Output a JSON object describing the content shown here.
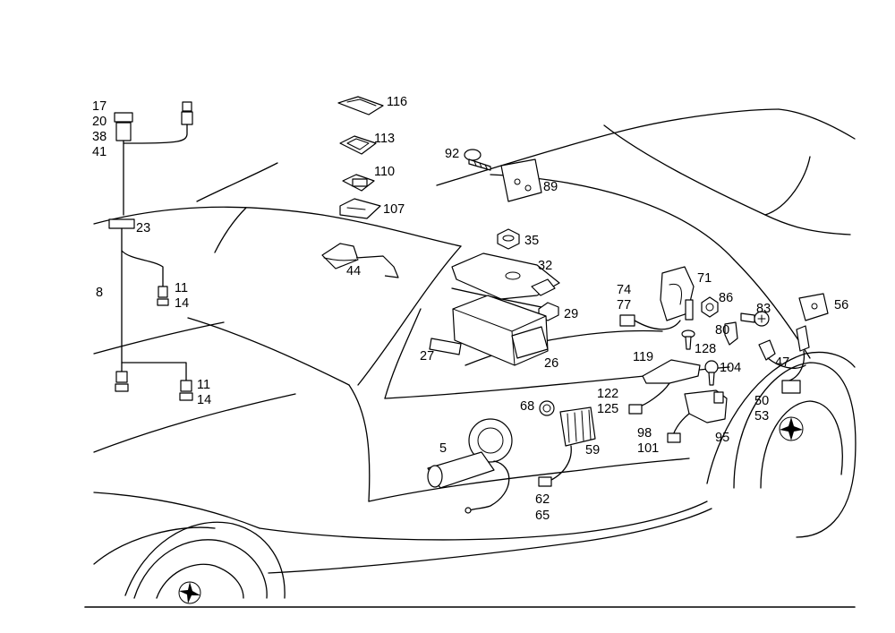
{
  "labels": {
    "l17": "17",
    "l20": "20",
    "l38": "38",
    "l41": "41",
    "l23": "23",
    "l8": "8",
    "l11a": "11",
    "l14a": "14",
    "l11b": "11",
    "l14b": "14",
    "l116": "116",
    "l113": "113",
    "l110": "110",
    "l107": "107",
    "l44": "44",
    "l92": "92",
    "l89": "89",
    "l35": "35",
    "l32": "32",
    "l29": "29",
    "l27": "27",
    "l26": "26",
    "l74": "74",
    "l77": "77",
    "l71": "71",
    "l86": "86",
    "l83": "83",
    "l56": "56",
    "l80": "80",
    "l128": "128",
    "l119": "119",
    "l104": "104",
    "l47": "47",
    "l50": "50",
    "l53": "53",
    "l122": "122",
    "l125": "125",
    "l68": "68",
    "l98": "98",
    "l101": "101",
    "l95": "95",
    "l5": "5",
    "l59": "59",
    "l62": "62",
    "l65": "65"
  }
}
